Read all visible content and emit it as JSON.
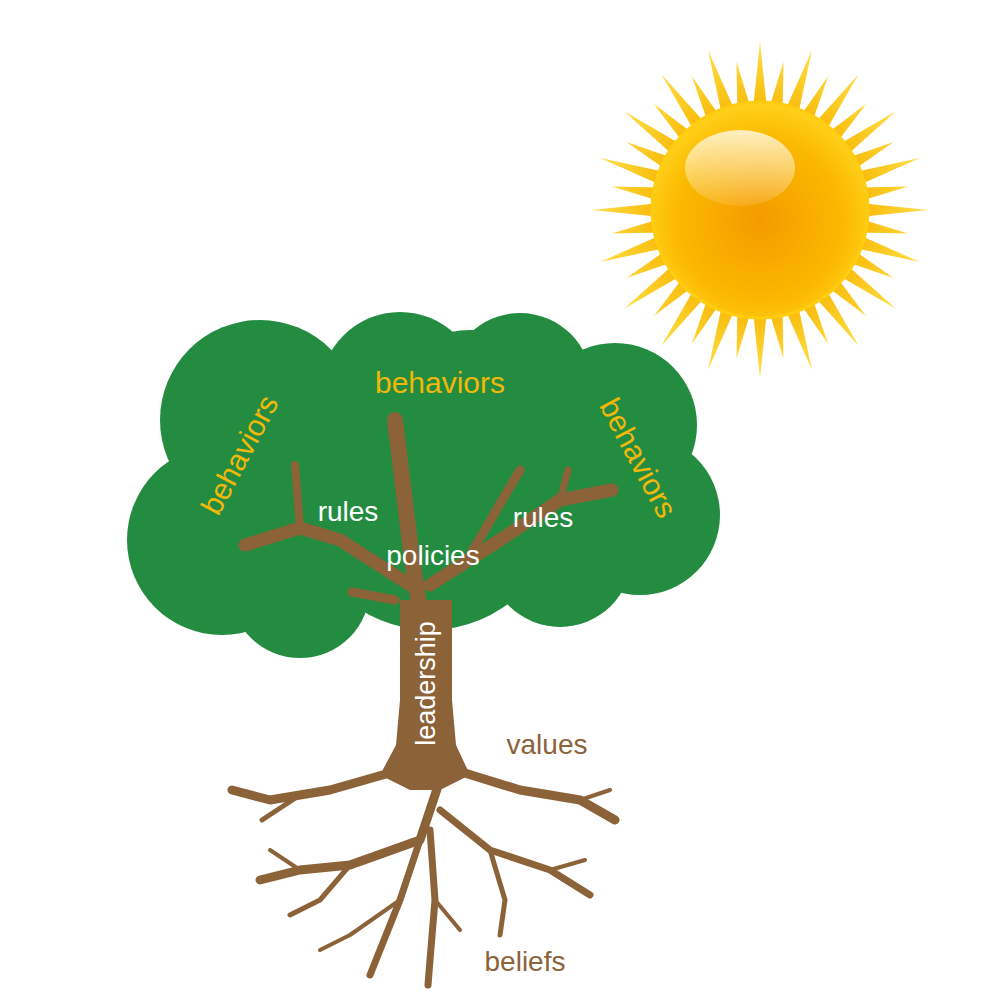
{
  "diagram": {
    "labels": [
      "behaviors",
      "behaviors",
      "behaviors",
      "rules",
      "policies",
      "rules",
      "leadership",
      "values",
      "beliefs"
    ]
  }
}
